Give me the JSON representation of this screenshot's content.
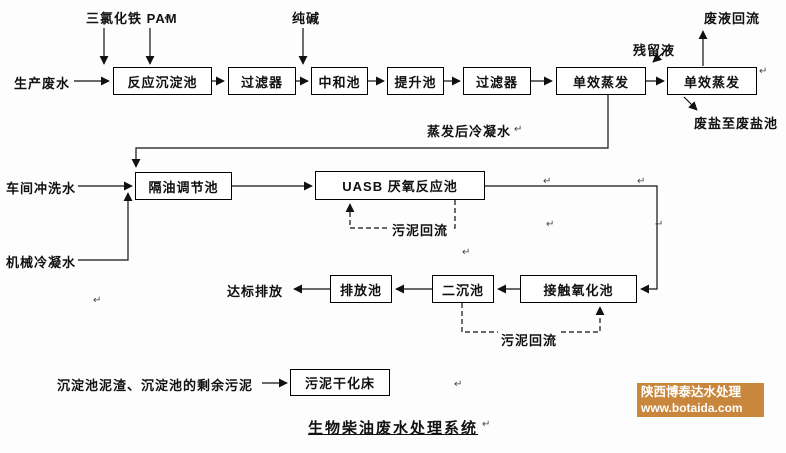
{
  "title": "生物柴油废水处理系统",
  "colors": {
    "watermark_bg": "#c9873d",
    "line": "#111111",
    "box_border": "#000000"
  },
  "watermark": {
    "company": "陕西博泰达水处理",
    "website": "www.botaida.com"
  },
  "labels": {
    "chem_dosing": "三氯化铁 PAM",
    "soda": "纯碱",
    "waste_liquid_reflux": "废液回流",
    "residual_liquid": "残留液",
    "waste_salt": "废盐至废盐池",
    "evap_condensate": "蒸发后冷凝水",
    "production_wastewater": "生产废水",
    "workshop_rinse_water": "车间冲洗水",
    "mechanical_condensate": "机械冷凝水",
    "sludge_reflux_uasb": "污泥回流",
    "standard_discharge": "达标排放",
    "sludge_reflux_contact": "污泥回流",
    "sludge_source": "沉淀池泥渣、沉淀池的剩余污泥"
  },
  "boxes": {
    "reaction_sedimentation": "反应沉淀池",
    "filter_1": "过滤器",
    "neutralization": "中和池",
    "lifting": "提升池",
    "filter_2": "过滤器",
    "evaporation_1": "单效蒸发",
    "evaporation_2": "单效蒸发",
    "oil_separation_regulation": "隔油调节池",
    "uasb": "UASB 厌氧反应池",
    "contact_oxidation": "接触氧化池",
    "secondary_sedimentation": "二沉池",
    "discharge_tank": "排放池",
    "sludge_drying_bed": "污泥干化床"
  },
  "pilcrow": "↵"
}
